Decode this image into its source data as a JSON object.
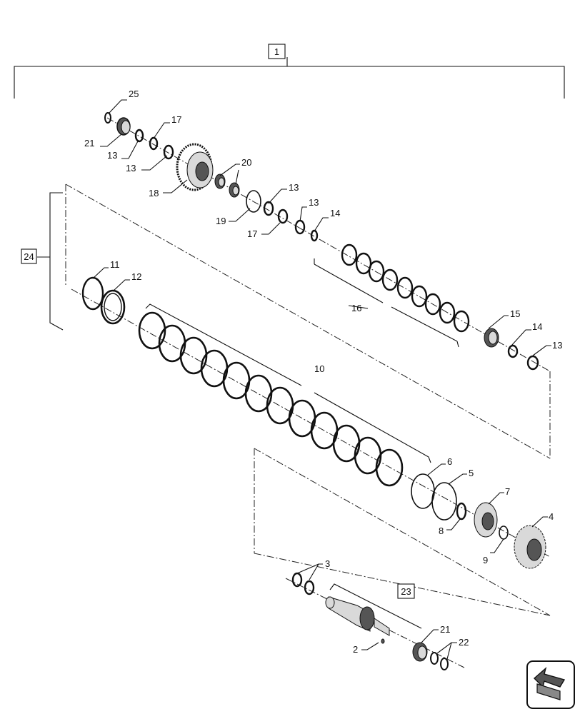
{
  "diagram": {
    "callouts": {
      "c1": "1",
      "c2": "2",
      "c3": "3",
      "c4": "4",
      "c5": "5",
      "c6": "6",
      "c7": "7",
      "c8": "8",
      "c9": "9",
      "c10": "10",
      "c11": "11",
      "c12": "12",
      "c13a": "13",
      "c13b": "13",
      "c13c": "13",
      "c13d": "13",
      "c13e": "13",
      "c14a": "14",
      "c14b": "14",
      "c15": "15",
      "c16": "16",
      "c17a": "17",
      "c17b": "17",
      "c18": "18",
      "c19": "19",
      "c20": "20",
      "c21a": "21",
      "c21b": "21",
      "c22": "22",
      "c23": "23",
      "c24": "24",
      "c25": "25"
    },
    "icons": {
      "nav": "back-arrow-icon"
    }
  }
}
